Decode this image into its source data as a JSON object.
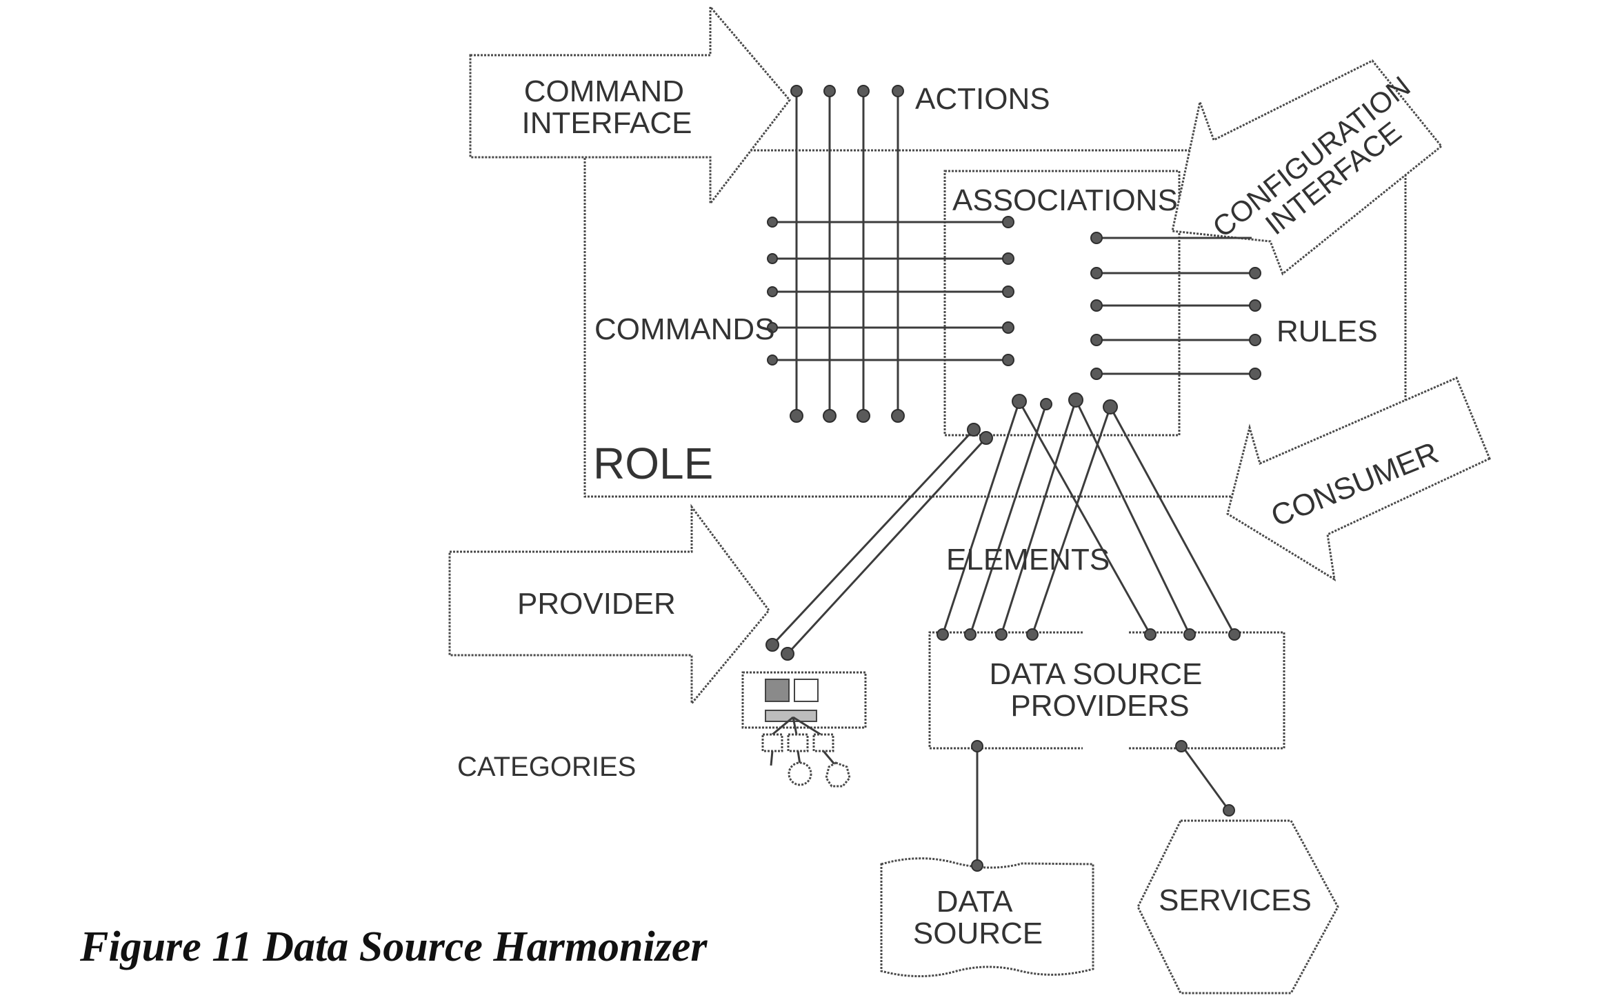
{
  "labels": {
    "command_interface": [
      "COMMAND",
      "INTERFACE"
    ],
    "actions": "ACTIONS",
    "associations": "ASSOCIATIONS",
    "configuration_interface": [
      "CONFIGURATION",
      "INTERFACE"
    ],
    "commands": "COMMANDS",
    "rules": "RULES",
    "role": "ROLE",
    "consumer": "CONSUMER",
    "elements": "ELEMENTS",
    "provider": "PROVIDER",
    "categories": "CATEGORIES",
    "data_source_providers": [
      "DATA SOURCE",
      "PROVIDERS"
    ],
    "data_source": [
      "DATA",
      "SOURCE"
    ],
    "services": "SERVICES"
  },
  "caption": "Figure 11 Data Source Harmonizer"
}
